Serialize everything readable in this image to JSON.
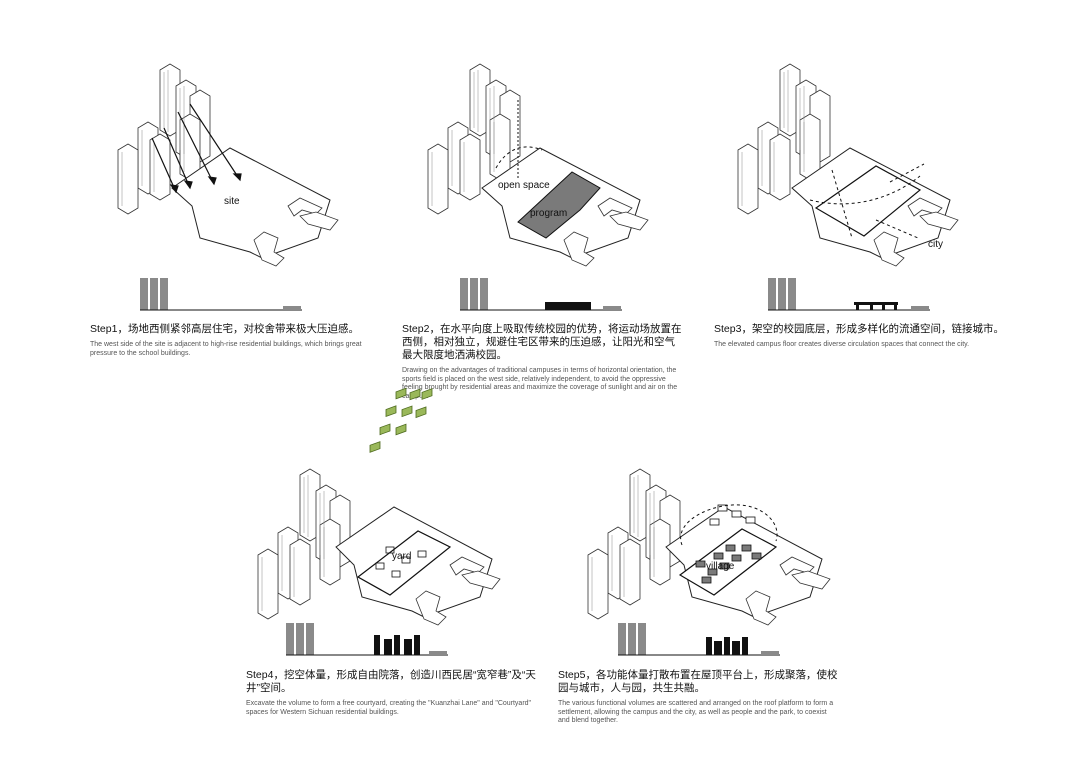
{
  "steps": [
    {
      "title_cn": "Step1，场地西侧紧邻高层住宅，对校舍带来极大压迫感。",
      "desc_en": "The west side of the site is adjacent to high-rise residential buildings, which brings great pressure to the school buildings.",
      "labels": [
        "site"
      ]
    },
    {
      "title_cn": "Step2，在水平向度上吸取传统校园的优势，将运动场放置在西侧，相对独立，规避住宅区带来的压迫感，让阳光和空气最大限度地洒满校园。",
      "desc_en": "Drawing on the advantages of traditional campuses in terms of horizontal orientation, the sports field is placed on the west side, relatively independent, to avoid the oppressive feeling brought by residential areas and maximize the coverage of sunlight and air on the campus.",
      "labels": [
        "open space",
        "program"
      ]
    },
    {
      "title_cn": "Step3，架空的校园底层，形成多样化的流通空间，链接城市。",
      "desc_en": "The elevated campus floor creates diverse circulation spaces that connect the city.",
      "labels": [
        "city"
      ]
    },
    {
      "title_cn": "Step4，挖空体量，形成自由院落，创造川西民居“宽窄巷”及“天井”空间。",
      "desc_en": "Excavate the volume to form a free courtyard, creating the \"Kuanzhai Lane\" and \"Courtyard\" spaces for Western Sichuan residential buildings.",
      "labels": [
        "yard"
      ]
    },
    {
      "title_cn": "Step5，各功能体量打散布置在屋顶平台上，形成聚落，使校园与城市，人与园，共生共融。",
      "desc_en": "The various functional volumes are scattered and arranged on the roof platform to form a settlement, allowing the campus and the city, as well as people and the park, to coexist and blend together.",
      "labels": [
        "village"
      ]
    }
  ],
  "colors": {
    "tower_fill": "#ffffff",
    "tower_stroke": "#333333",
    "program_fill": "#7a7a7a",
    "green_box": "#9ab85a",
    "section_gray": "#8a8a8a",
    "black": "#111111"
  }
}
